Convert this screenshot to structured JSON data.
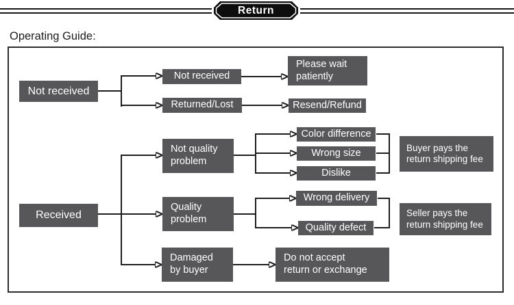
{
  "banner": {
    "title": "Return"
  },
  "heading": "Operating Guide:",
  "flowchart": {
    "nodes": {
      "not_received_root": "Not received",
      "not_received_branch": "Not received",
      "returned_lost": "Returned/Lost",
      "please_wait": "Please wait\npatiently",
      "resend_refund": "Resend/Refund",
      "received_root": "Received",
      "not_quality_problem": "Not quality\nproblem",
      "color_difference": "Color difference",
      "wrong_size": "Wrong size",
      "dislike": "Dislike",
      "buyer_pays": "Buyer pays the\nreturn shipping fee",
      "quality_problem": "Quality\nproblem",
      "wrong_delivery": "Wrong delivery",
      "quality_defect": "Quality defect",
      "seller_pays": "Seller pays the\nreturn shipping fee",
      "damaged_by_buyer": "Damaged\nby buyer",
      "do_not_accept": "Do not accept\nreturn or exchange"
    },
    "edges": [
      {
        "from": "not_received_root",
        "to": "not_received_branch"
      },
      {
        "from": "not_received_root",
        "to": "returned_lost"
      },
      {
        "from": "not_received_branch",
        "to": "please_wait"
      },
      {
        "from": "returned_lost",
        "to": "resend_refund"
      },
      {
        "from": "received_root",
        "to": "not_quality_problem"
      },
      {
        "from": "received_root",
        "to": "quality_problem"
      },
      {
        "from": "received_root",
        "to": "damaged_by_buyer"
      },
      {
        "from": "not_quality_problem",
        "to": "color_difference"
      },
      {
        "from": "not_quality_problem",
        "to": "wrong_size"
      },
      {
        "from": "not_quality_problem",
        "to": "dislike"
      },
      {
        "from": "color_difference",
        "to": "buyer_pays"
      },
      {
        "from": "wrong_size",
        "to": "buyer_pays"
      },
      {
        "from": "dislike",
        "to": "buyer_pays"
      },
      {
        "from": "quality_problem",
        "to": "wrong_delivery"
      },
      {
        "from": "quality_problem",
        "to": "quality_defect"
      },
      {
        "from": "wrong_delivery",
        "to": "seller_pays"
      },
      {
        "from": "quality_defect",
        "to": "seller_pays"
      },
      {
        "from": "damaged_by_buyer",
        "to": "do_not_accept"
      }
    ],
    "colors": {
      "node_bg": "#57575a",
      "node_text": "#ffffff",
      "line": "#1c1c1c",
      "banner_bg": "#0d0d0d",
      "banner_text": "#ffffff"
    }
  }
}
